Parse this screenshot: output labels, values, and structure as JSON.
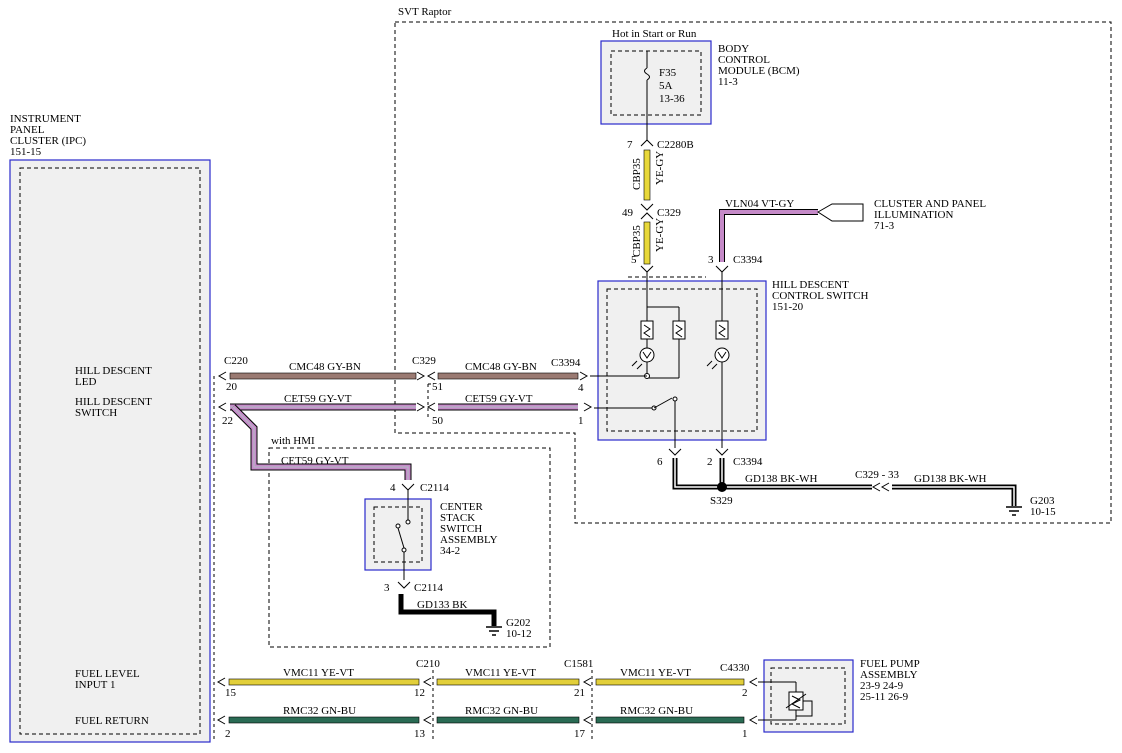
{
  "svt_region": {
    "label": "SVT Raptor"
  },
  "hmi_region": {
    "label": "with HMI"
  },
  "ipc": {
    "lines": [
      "INSTRUMENT",
      "PANEL",
      "CLUSTER (IPC)",
      "151-15"
    ],
    "pin_labels": {
      "hill_led": [
        "HILL DESCENT",
        "LED"
      ],
      "hill_switch": [
        "HILL DESCENT",
        "SWITCH"
      ],
      "fuel_level": [
        "FUEL LEVEL",
        "INPUT 1"
      ],
      "fuel_return": "FUEL RETURN"
    }
  },
  "bcm": {
    "supply": "Hot in Start or Run",
    "lines": [
      "BODY",
      "CONTROL",
      "MODULE (BCM)",
      "11-3"
    ],
    "fuse": [
      "F35",
      "5A",
      "13-36"
    ]
  },
  "hdc_switch": {
    "lines": [
      "HILL DESCENT",
      "CONTROL SWITCH",
      "151-20"
    ]
  },
  "cluster_illum": {
    "lines": [
      "CLUSTER AND PANEL",
      "ILLUMINATION",
      "71-3"
    ]
  },
  "center_stack": {
    "lines": [
      "CENTER",
      "STACK",
      "SWITCH",
      "ASSEMBLY",
      "34-2"
    ]
  },
  "fuel_pump": {
    "lines": [
      "FUEL PUMP",
      "ASSEMBLY",
      "23-9   24-9",
      "25-11   26-9"
    ]
  },
  "grounds": {
    "g203": [
      "G203",
      "10-15"
    ],
    "g202": [
      "G202",
      "10-12"
    ],
    "s329": "S329"
  },
  "connectors": {
    "c2280b": "C2280B",
    "c329": "C329",
    "c3394": "C3394",
    "c220": "C220",
    "c2114": "C2114",
    "c210": "C210",
    "c1581": "C1581",
    "c4330": "C4330",
    "c329_33": "C329 - 33"
  },
  "wires": {
    "cbp35": {
      "circuit": "CBP35",
      "color": "YE-GY"
    },
    "vln04": "VLN04  VT-GY",
    "cmc48": "CMC48  GY-BN",
    "cet59": "CET59  GY-VT",
    "gd138": "GD138   BK-WH",
    "gd133": "GD133   BK",
    "vmc11": "VMC11   YE-VT",
    "rmc32": "RMC32   GN-BU"
  },
  "pins": {
    "bcm_7": "7",
    "c329_49": "49",
    "hdc_5": "5",
    "hdc_3": "3",
    "c220_20": "20",
    "c220_22": "22",
    "c329_51": "51",
    "c329_50": "50",
    "hdc_4": "4",
    "hdc_1": "1",
    "hdc_6": "6",
    "hdc_2": "2",
    "cs_4": "4",
    "cs_3": "3",
    "ipc_15": "15",
    "ipc_2": "2",
    "c210_12": "12",
    "c210_13": "13",
    "c1581_21": "21",
    "c1581_17": "17",
    "fp_2": "2",
    "fp_1": "1"
  },
  "colors": {
    "module_outline": "#2a2acc",
    "component_fill": "#f0f0f0",
    "wire_ye_gy": "#e8d83a",
    "wire_vt_gy": "#c58ac8",
    "wire_gy_bn": "#9a7a72",
    "wire_bk": "#000000",
    "wire_ye_vt": "#e2cf3a",
    "wire_gn_bu": "#2a6b54"
  }
}
